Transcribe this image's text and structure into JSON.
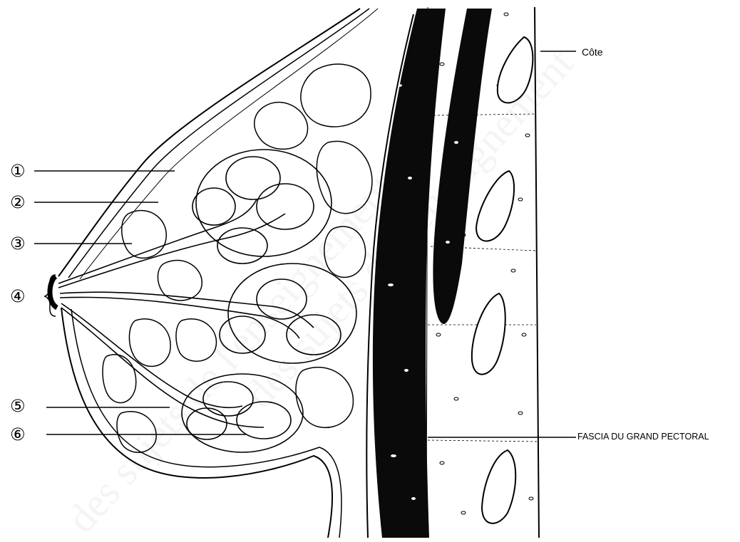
{
  "diagram": {
    "callouts": [
      "①",
      "②",
      "③",
      "④",
      "⑤",
      "⑥"
    ],
    "labels": {
      "cote": "Côte",
      "fascia": "FASCIA DU GRAND PECTORAL"
    },
    "watermark": "des sujets de l'enseignement"
  }
}
